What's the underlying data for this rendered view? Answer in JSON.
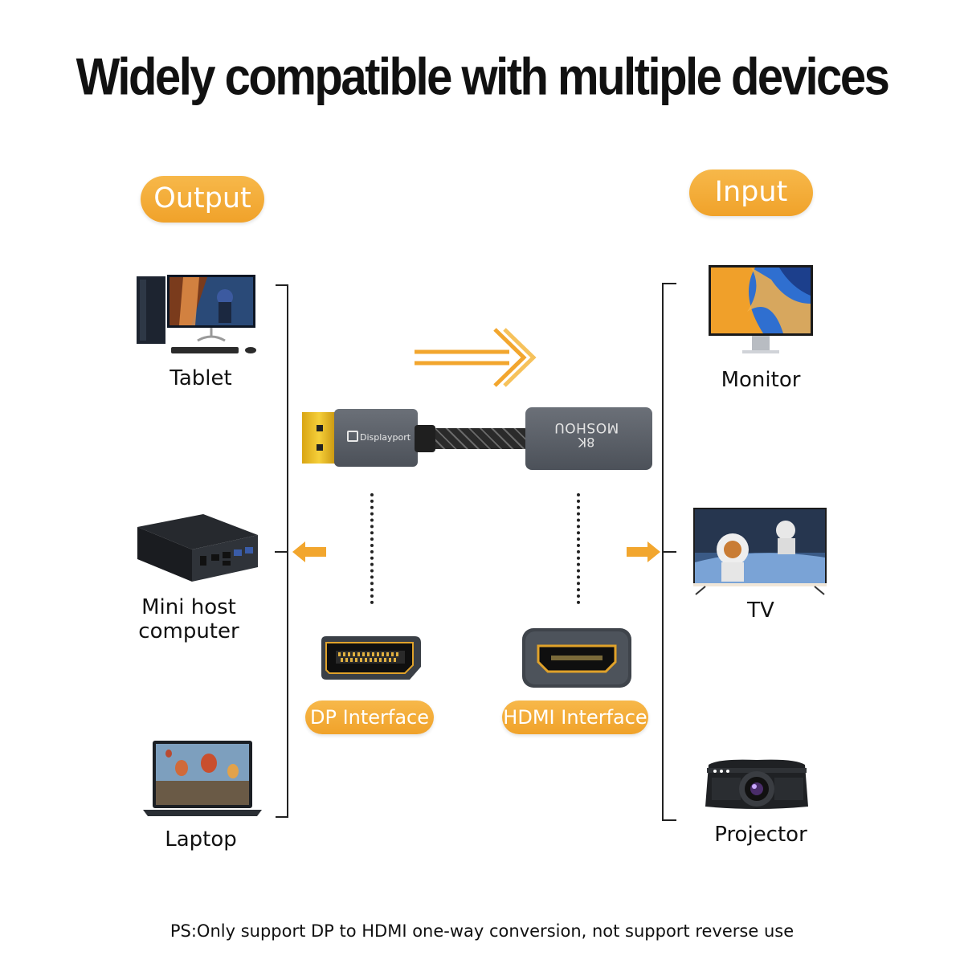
{
  "title": "Widely compatible with multiple devices",
  "labels": {
    "output": "Output",
    "input": "Input"
  },
  "output_devices": [
    {
      "name": "Tablet",
      "icon": "desktop-pc-icon"
    },
    {
      "name": "Mini host computer",
      "icon": "mini-pc-icon"
    },
    {
      "name": "Laptop",
      "icon": "laptop-icon"
    }
  ],
  "input_devices": [
    {
      "name": "Monitor",
      "icon": "monitor-icon"
    },
    {
      "name": "TV",
      "icon": "tv-icon"
    },
    {
      "name": "Projector",
      "icon": "projector-icon"
    }
  ],
  "cable": {
    "dp_logo_text": "Displayport",
    "brand": "MOSHOU",
    "resolution": "8K"
  },
  "interfaces": {
    "dp": "DP Interface",
    "hdmi": "HDMI Interface"
  },
  "footnote": "PS:Only support DP to HDMI one-way conversion, not support reverse use",
  "colors": {
    "accent": "#f2a62e",
    "bracket": "#222222",
    "connector": "#5b616a"
  }
}
